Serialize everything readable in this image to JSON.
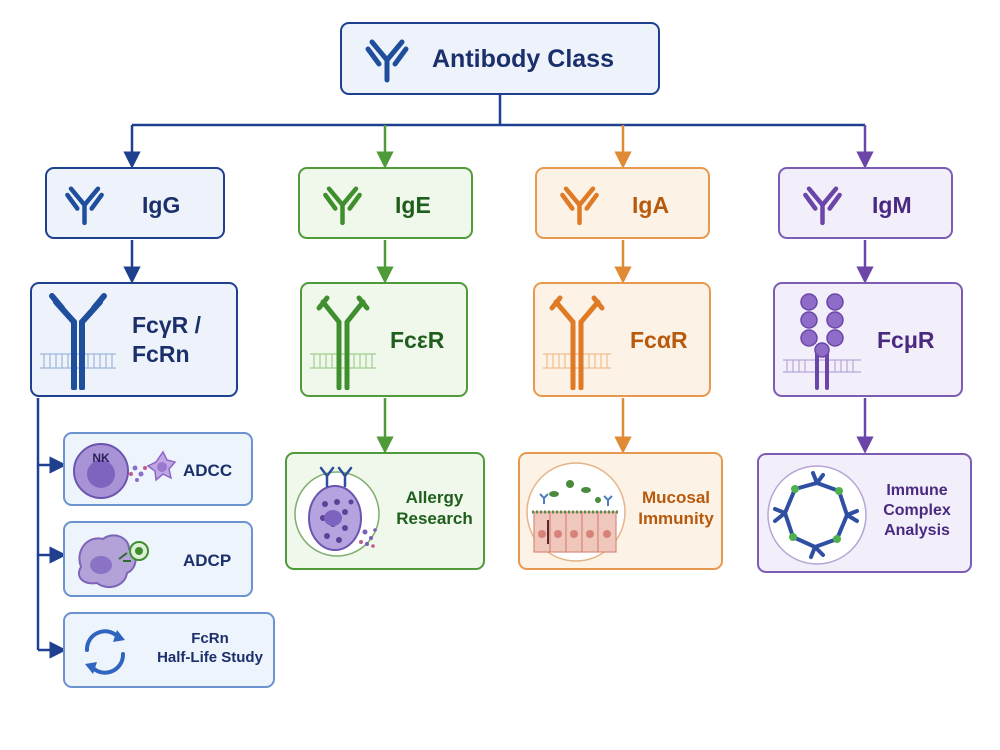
{
  "root": {
    "label": "Antibody Class",
    "icon": "antibody-icon"
  },
  "classes": [
    {
      "key": "igg",
      "label": "IgG",
      "receptor": "FcγR /\nFcRn",
      "color": "#1f4e9c",
      "applications": [
        "ADCC",
        "ADCP",
        "FcRn\nHalf-Life Study"
      ]
    },
    {
      "key": "ige",
      "label": "IgE",
      "receptor": "FcεR",
      "color": "#3f8f2f",
      "application": "Allergy\nResearch"
    },
    {
      "key": "iga",
      "label": "IgA",
      "receptor": "FcαR",
      "color": "#e07b25",
      "application": "Mucosal\nImmunity"
    },
    {
      "key": "igm",
      "label": "IgM",
      "receptor": "FcμR",
      "color": "#6b46a8",
      "application": "Immune\nComplex\nAnalysis"
    }
  ],
  "adcc_cell_label": "NK",
  "icons": [
    "antibody-icon",
    "membrane-receptor-icon",
    "nk-cell-icon",
    "macrophage-icon",
    "recycle-arrows-icon",
    "mast-cell-icon",
    "epithelium-icon",
    "immune-complex-icon"
  ]
}
